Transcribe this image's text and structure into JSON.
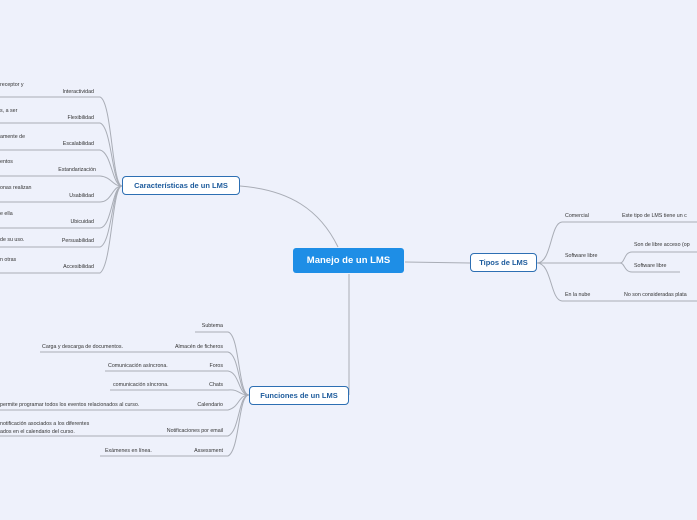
{
  "root": "Manejo de un LMS",
  "branches": {
    "caracteristicas": {
      "title": "Características de un LMS",
      "items": [
        {
          "label": "Interactividad",
          "detail": "receptor y"
        },
        {
          "label": "Flexibilidad",
          "detail": "s, a ser"
        },
        {
          "label": "Escalabilidad",
          "detail": "amente de"
        },
        {
          "label": "Estandarización",
          "detail": "entos"
        },
        {
          "label": "Usabilidad",
          "detail": "onas realizan"
        },
        {
          "label": "Ubicuidad",
          "detail": "e ella"
        },
        {
          "label": "Persuabilidad",
          "detail": "de su uso."
        },
        {
          "label": "Accesibilidad",
          "detail": "n otras"
        }
      ]
    },
    "tipos": {
      "title": "Tipos de LMS",
      "items": [
        {
          "label": "Comercial",
          "details": [
            "Este tipo de LMS tiene un c"
          ]
        },
        {
          "label": "Software libre",
          "details": [
            "Son de libre acceso (op",
            "Software libre"
          ]
        },
        {
          "label": "En la nube",
          "details": [
            "No son consideradas plata"
          ]
        }
      ]
    },
    "funciones": {
      "title": "Funciones de un LMS",
      "items": [
        {
          "label": "Subtema",
          "detail": ""
        },
        {
          "label": "Almacén de ficheros",
          "detail": "Carga y descarga de documentos."
        },
        {
          "label": "Foros",
          "detail": "Comunicación asíncrona."
        },
        {
          "label": "Chats",
          "detail": "comunicación síncrona."
        },
        {
          "label": "Calendario",
          "detail": "permite programar todos los eventos relacionados al curso."
        },
        {
          "label": "Notificaciones por email",
          "detail_lines": [
            "notificación asociados a los diferentes",
            "ados en el calendario del curso."
          ]
        },
        {
          "label": "Assessment",
          "detail": "Exámenes en línea."
        }
      ]
    }
  }
}
